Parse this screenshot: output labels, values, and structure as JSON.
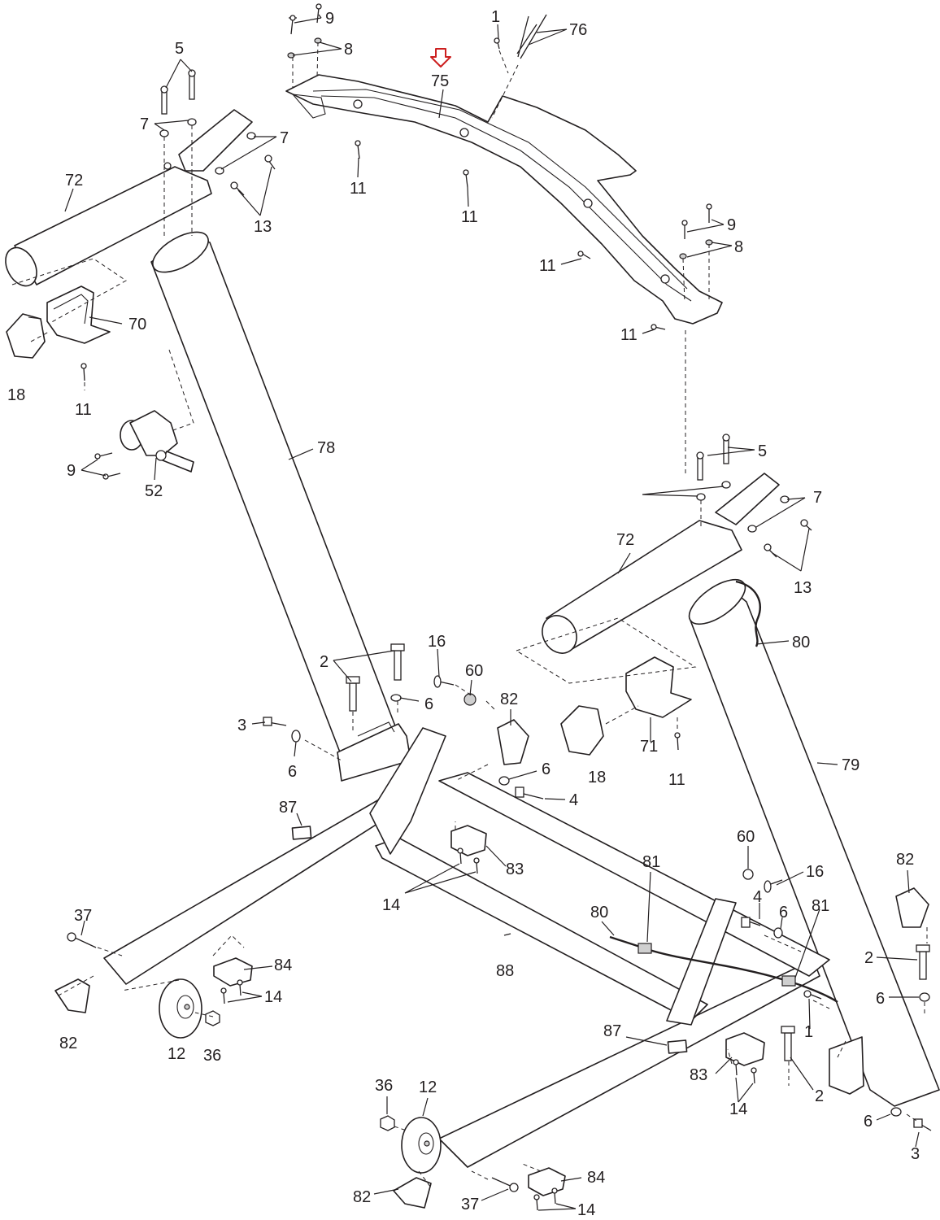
{
  "accent_color": "#cc1f1f",
  "highlighted_part": "75",
  "callouts": {
    "c75": "75",
    "c9a": "9",
    "c8a": "8",
    "c1a": "1",
    "c76": "76",
    "c11a": "11",
    "c11b": "11",
    "c11c": "11",
    "c11d": "11",
    "c9b": "9",
    "c8b": "8",
    "c5a": "5",
    "c7a": "7",
    "c7b": "7",
    "c72a": "72",
    "c13a": "13",
    "c70": "70",
    "c18a": "18",
    "c11e": "11",
    "c9c": "9",
    "c52": "52",
    "c78": "78",
    "c5b": "5",
    "c7c": "7",
    "c72b": "72",
    "c13b": "13",
    "c80a": "80",
    "c2a": "2",
    "c16a": "16",
    "c60a": "60",
    "c6a": "6",
    "c3a": "3",
    "c6b": "6",
    "c82a": "82",
    "c6c": "6",
    "c4a": "4",
    "c71": "71",
    "c18b": "18",
    "c11f": "11",
    "c79": "79",
    "c87a": "87",
    "c83a": "83",
    "c14a": "14",
    "c60b": "60",
    "c16b": "16",
    "c81a": "81",
    "c4b": "4",
    "c6d": "6",
    "c81b": "81",
    "c82b": "82",
    "c80b": "80",
    "c2b": "2",
    "c6e": "6",
    "c37a": "37",
    "c84a": "84",
    "c14b": "14",
    "c82c": "82",
    "c12a": "12",
    "c36a": "36",
    "c88": "88",
    "c87b": "87",
    "c1b": "1",
    "c83b": "83",
    "c14c": "14",
    "c2c": "2",
    "c36b": "36",
    "c12b": "12",
    "c84b": "84",
    "c82d": "82",
    "c37b": "37",
    "c14d": "14",
    "c6f": "6",
    "c3b": "3"
  }
}
